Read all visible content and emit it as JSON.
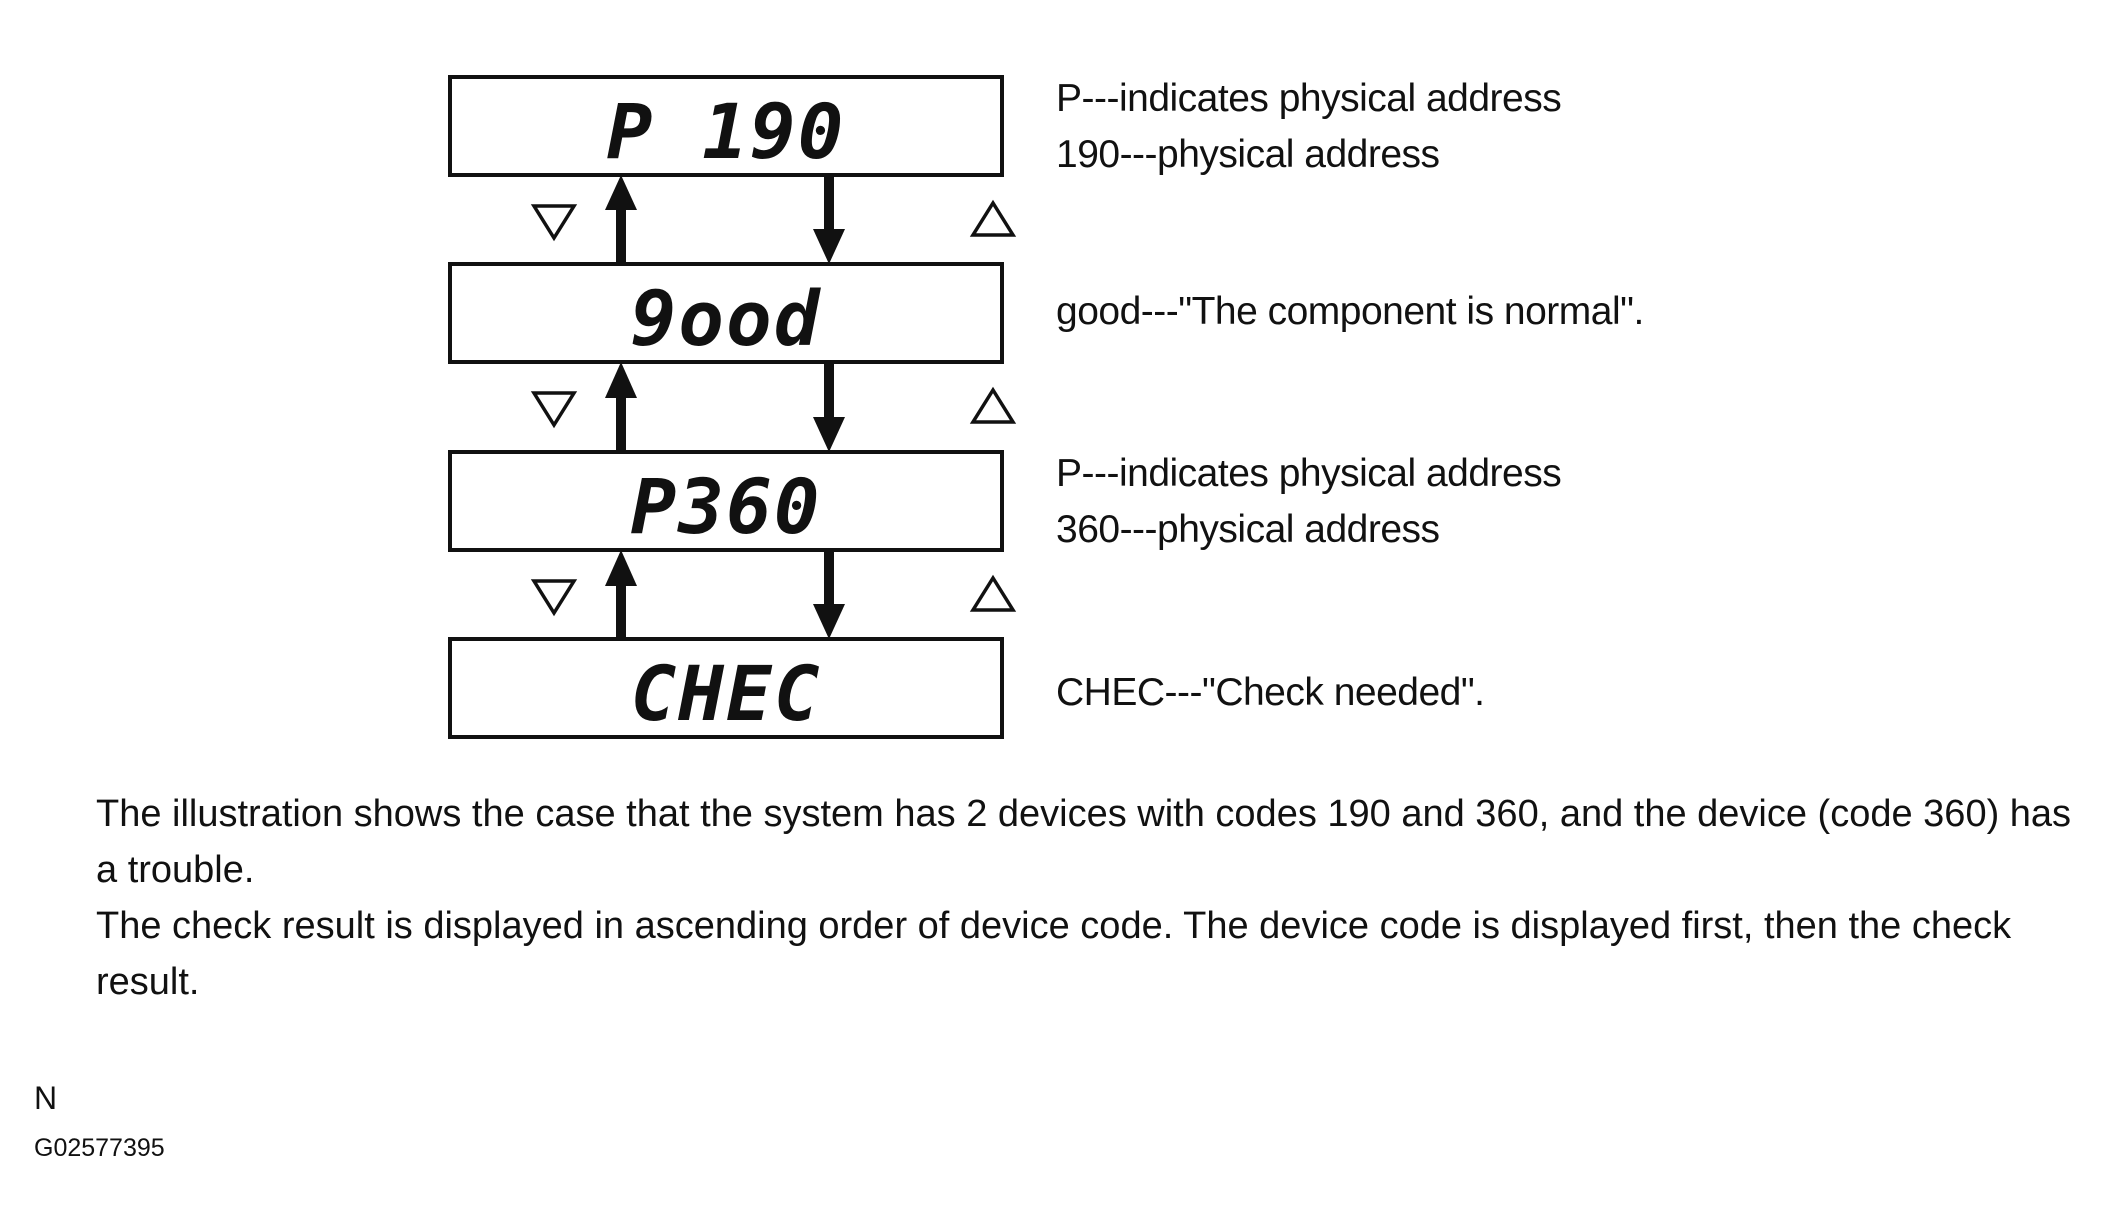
{
  "displays": [
    {
      "text": "P 190",
      "lines": [
        "P---indicates physical address",
        "190---physical address"
      ]
    },
    {
      "text": "9ood",
      "lines": [
        "good---\"The component is normal\"."
      ]
    },
    {
      "text": "P360",
      "lines": [
        "P---indicates physical address",
        "360---physical address"
      ]
    },
    {
      "text": "CHEC",
      "lines": [
        "CHEC---\"Check needed\"."
      ]
    }
  ],
  "caption": {
    "paragraph1": "The illustration shows the case that the system has 2 devices with codes 190 and 360, and the device (code 360) has a trouble.",
    "paragraph2": "The check result is displayed in ascending order of device code. The device code is displayed first, then the check result."
  },
  "footer": {
    "north": "N",
    "figure_id": "G02577395"
  },
  "icons": {
    "down_button": "triangle-down-outline",
    "up_button": "triangle-up-outline",
    "arrow_up": "arrow-up-solid",
    "arrow_down": "arrow-down-solid"
  }
}
